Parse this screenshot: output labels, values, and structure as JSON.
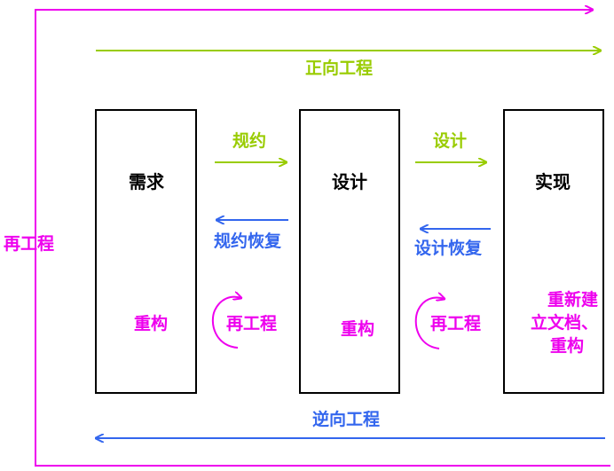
{
  "colors": {
    "forward": "#99cc00",
    "reverse": "#3366ee",
    "reengineering": "#ee00ee",
    "box_border": "#000000"
  },
  "outer_reengineering_label": "再工程",
  "forward_engineering_label": "正向工程",
  "reverse_engineering_label": "逆向工程",
  "stages": {
    "requirements": {
      "title": "需求",
      "cycle_label": "重构"
    },
    "design": {
      "title": "设计",
      "cycle_label": "重构"
    },
    "implementation": {
      "title": "实现",
      "cycle_label_lines": [
        "重新建",
        "立文档、",
        "重构"
      ]
    }
  },
  "transitions": {
    "req_to_design": {
      "forward_label": "规约",
      "reverse_label": "规约恢复",
      "cycle_label": "再工程"
    },
    "design_to_impl": {
      "forward_label": "设计",
      "reverse_label": "设计恢复",
      "cycle_label": "再工程"
    }
  }
}
